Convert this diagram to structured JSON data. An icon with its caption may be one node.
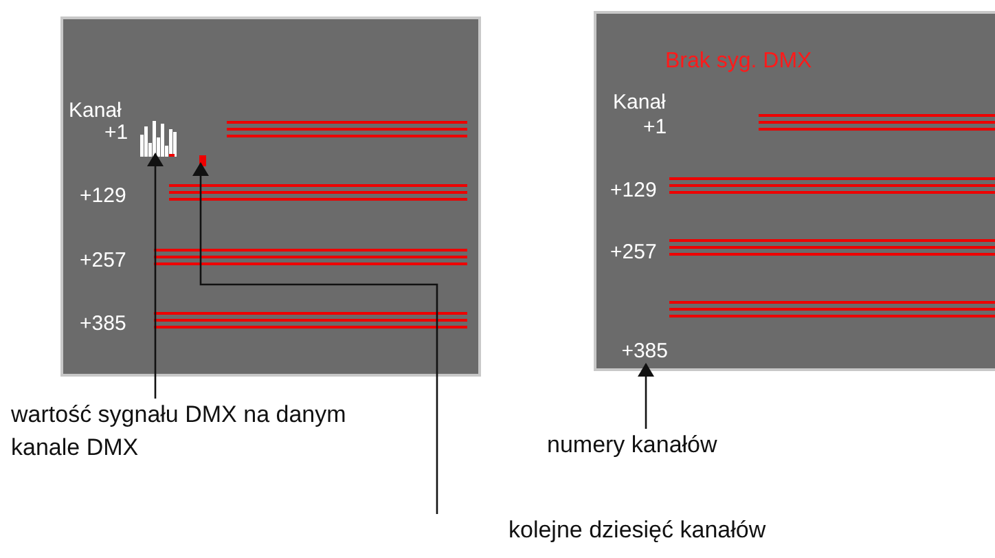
{
  "diagram": {
    "nodes": [
      {
        "text": [],
        "shape": "box"
      },
      {
        "text": [],
        "shape": "bar",
        "in": 0
      },
      {
        "text": [],
        "shape": "bar",
        "in": 0
      },
      {
        "text": [],
        "shape": "box"
      },
      {
        "text": [
          "+385"
        ],
        "in": 3
      },
      {
        "text": [
          "wartość sygnału DMX na danym kanale DMX"
        ]
      },
      {
        "text": [
          "kolejne dziesięć kanałów"
        ]
      },
      {
        "text": [
          "numery kanałów"
        ]
      }
    ],
    "edges": [
      {
        "from": 5,
        "to": 1,
        "arrow": "to"
      },
      {
        "from": 6,
        "to": 2,
        "arrow": "to"
      },
      {
        "from": 7,
        "to": 4,
        "arrow": "to"
      }
    ],
    "labels": [
      "Kanał",
      "+1",
      "+129",
      "+257",
      "+385",
      "Brak syg. DMX",
      "Kanał",
      "+1",
      "+129",
      "+257"
    ]
  }
}
